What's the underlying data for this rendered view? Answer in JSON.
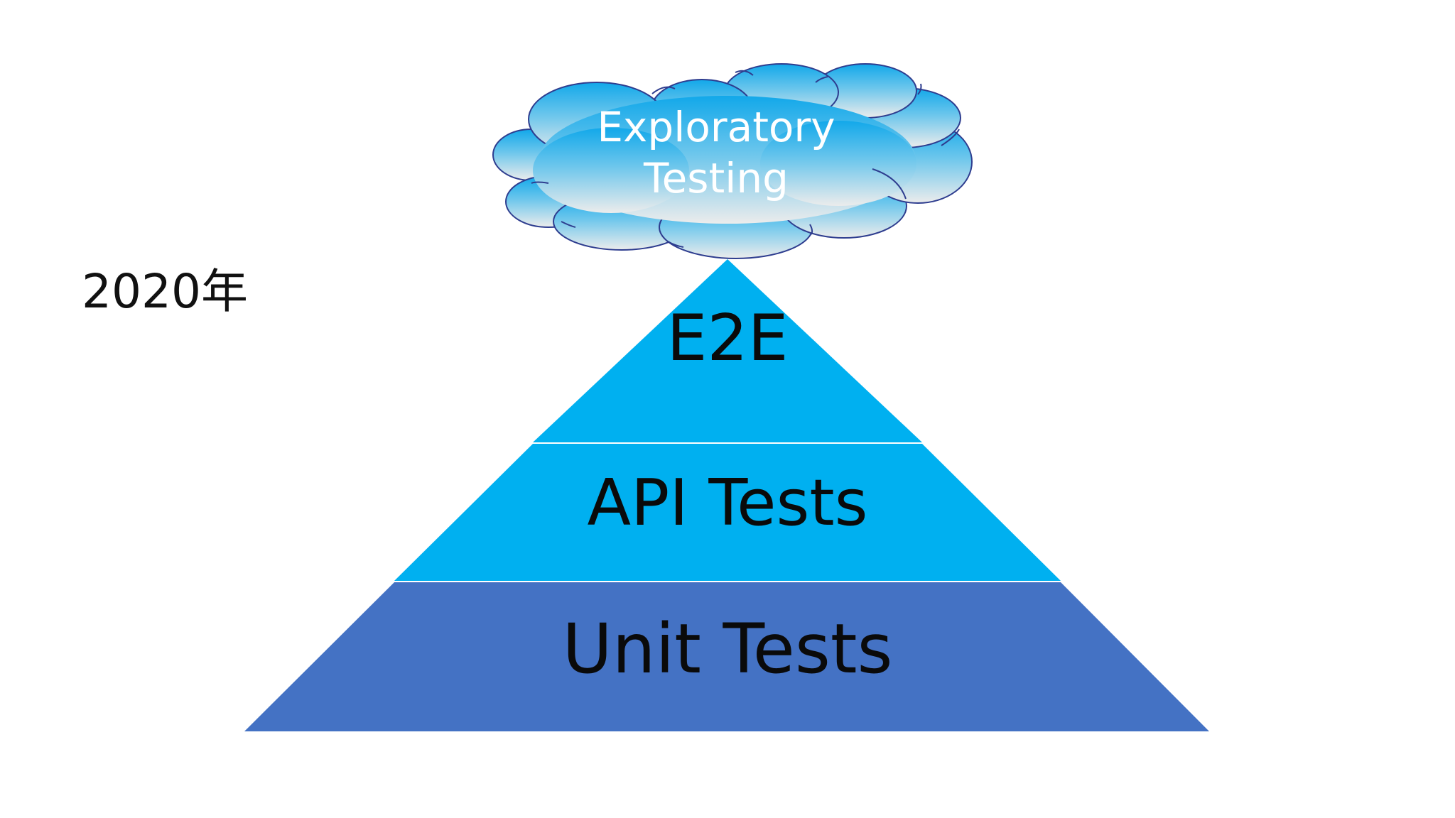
{
  "year_label": "2020年",
  "cloud": {
    "line1": "Exploratory",
    "line2": "Testing",
    "gradient_top": "#1aa9e6",
    "gradient_bottom": "#e9e9e9",
    "outline": "#2e3d8f"
  },
  "pyramid": {
    "tiers": [
      {
        "label": "E2E",
        "color": "#00b0f0"
      },
      {
        "label": "API Tests",
        "color": "#00b0f0"
      },
      {
        "label": "Unit Tests",
        "color": "#4472c4"
      }
    ]
  }
}
